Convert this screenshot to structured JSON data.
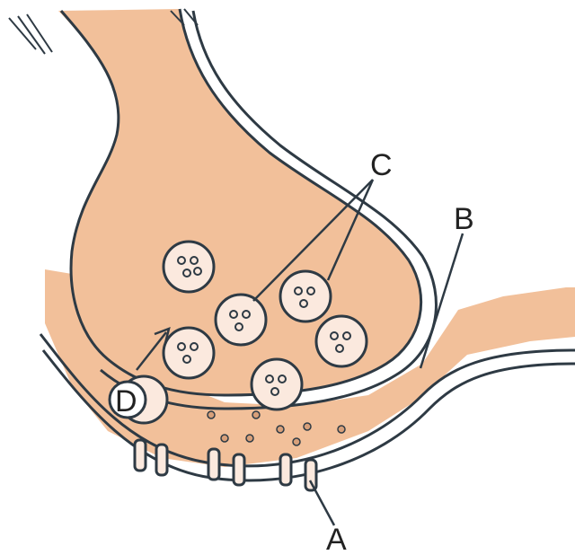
{
  "labels": {
    "A": "A",
    "B": "B",
    "C": "C",
    "D": "D"
  },
  "colors": {
    "cytoplasm": "#f2c09a",
    "membrane": "#2e3a44",
    "vesicle_fill": "#fbe9de",
    "background": "#ffffff"
  }
}
